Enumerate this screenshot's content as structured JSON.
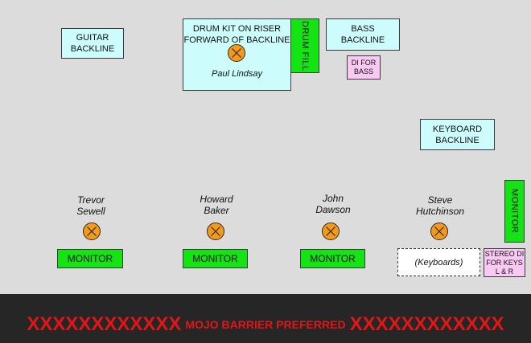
{
  "backline": {
    "guitar": [
      "GUITAR",
      "BACKLINE"
    ],
    "bass": [
      "BASS",
      "BACKLINE"
    ],
    "keyboard": [
      "KEYBOARD",
      "BACKLINE"
    ]
  },
  "drum": {
    "lines": [
      "DRUM KIT ON RISER",
      "FORWARD OF BACKLINE"
    ],
    "player": "Paul Lindsay",
    "fill": "DRUM FILL"
  },
  "di_bass": [
    "DI FOR",
    "BASS"
  ],
  "stereo_di": [
    "STEREO DI",
    "FOR KEYS",
    "L & R"
  ],
  "monitor_side": "MONITOR",
  "musicians": [
    {
      "line1": "Trevor",
      "line2": "Sewell"
    },
    {
      "line1": "Howard",
      "line2": "Baker"
    },
    {
      "line1": "John",
      "line2": "Dawson"
    },
    {
      "line1": "Steve",
      "line2": "Hutchinson"
    }
  ],
  "monitors": [
    "MONITOR",
    "MONITOR",
    "MONITOR"
  ],
  "keyboards": "(Keyboards)",
  "barrier": {
    "left": "XXXXXXXXXXXX",
    "text": "MOJO BARRIER PREFERRED",
    "right": "XXXXXXXXXXXX"
  },
  "colors": {
    "backline": "#ccfcfc",
    "monitor": "#14e414",
    "di": "#f9c9f3",
    "mic": "#f59a18",
    "barrier_bg": "#262626",
    "barrier_text": "#e21616"
  }
}
